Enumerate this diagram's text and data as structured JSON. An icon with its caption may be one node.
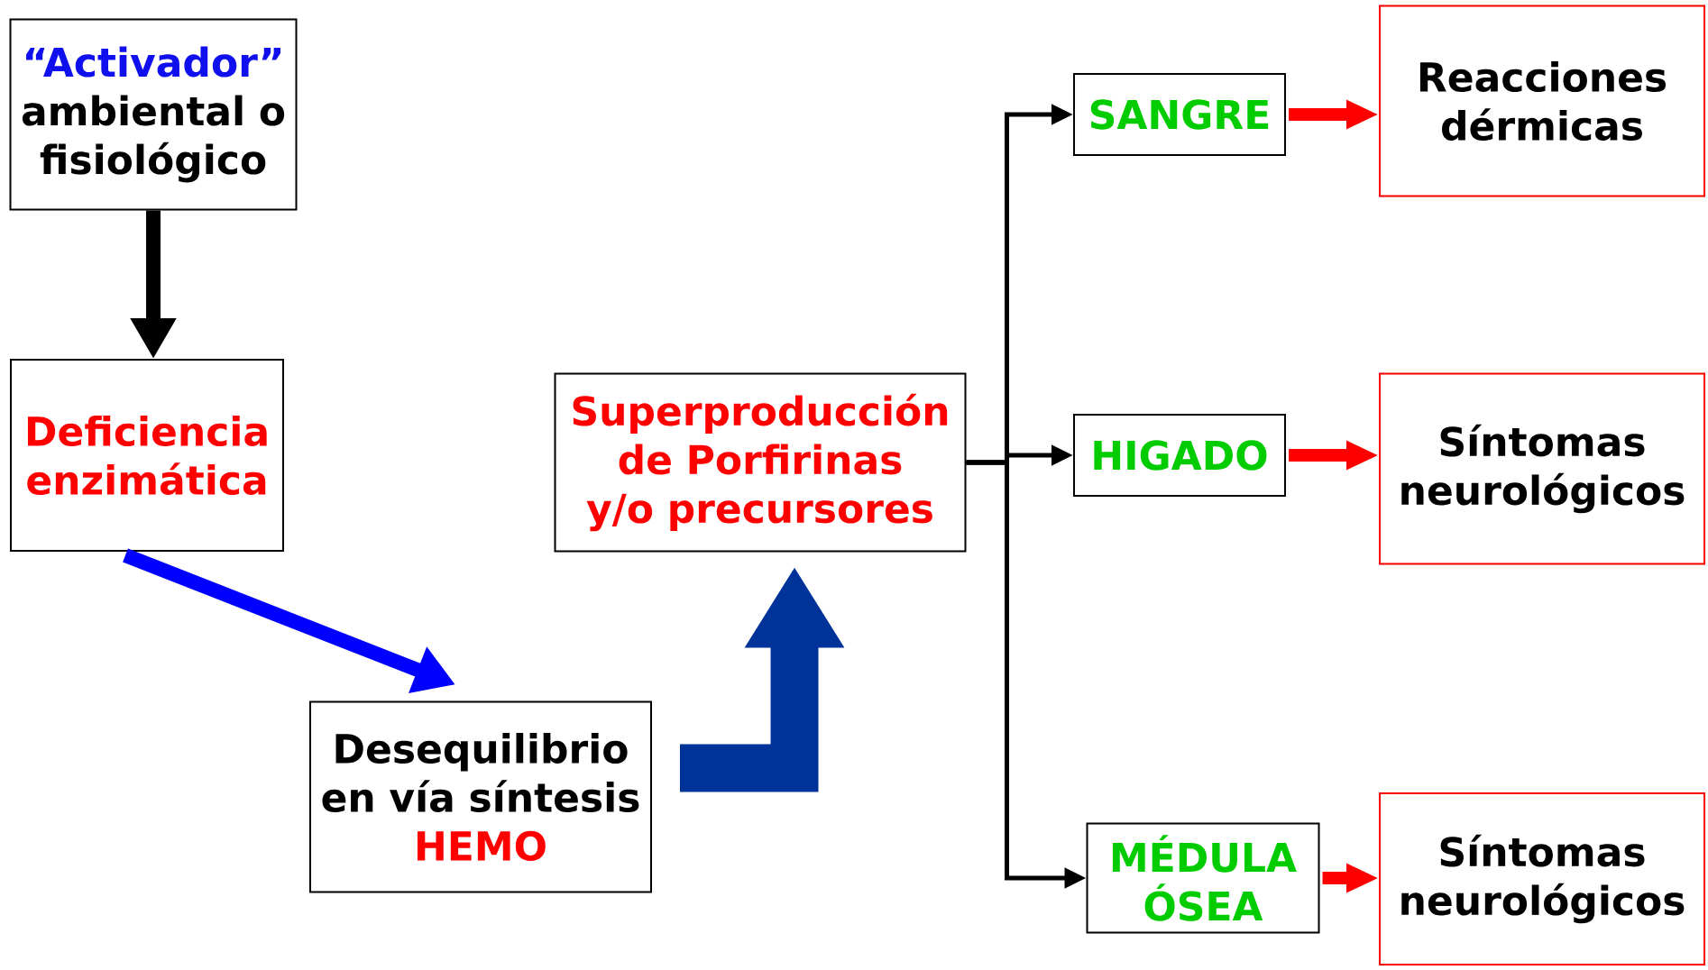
{
  "diagram": {
    "nodes": [
      {
        "text": [
          "“Activador”",
          "ambiental o fisiológico"
        ]
      },
      {
        "text": [
          "Deficiencia enzimática"
        ]
      },
      {
        "text": [
          "Desequilibrio en vía síntesis",
          "HEMO"
        ]
      },
      {
        "text": [
          "Superproducción de Porfirinas y/o precursores"
        ]
      },
      {
        "text": [
          "SANGRE"
        ]
      },
      {
        "text": [
          "HIGADO"
        ]
      },
      {
        "text": [
          "MÉDULA ÓSEA"
        ]
      },
      {
        "text": [
          "Reacciones dérmicas"
        ]
      },
      {
        "text": [
          "Síntomas neurológicos"
        ]
      },
      {
        "text": [
          "Síntomas neurológicos"
        ]
      }
    ],
    "edges": [
      {
        "from": 0,
        "to": 1,
        "arrow": "to"
      },
      {
        "from": 1,
        "to": 2,
        "arrow": "to",
        "color": "#0000ff"
      },
      {
        "from": 2,
        "to": 3,
        "arrow": "to",
        "style": "thick",
        "color": "#003399"
      },
      {
        "from": 3,
        "to": 4,
        "arrow": "to"
      },
      {
        "from": 3,
        "to": 5,
        "arrow": "to"
      },
      {
        "from": 3,
        "to": 6,
        "arrow": "to"
      },
      {
        "from": 4,
        "to": 7,
        "arrow": "to",
        "color": "#ff0000"
      },
      {
        "from": 5,
        "to": 8,
        "arrow": "to",
        "color": "#ff0000"
      },
      {
        "from": 6,
        "to": 9,
        "arrow": "to",
        "color": "#ff0000"
      }
    ]
  }
}
